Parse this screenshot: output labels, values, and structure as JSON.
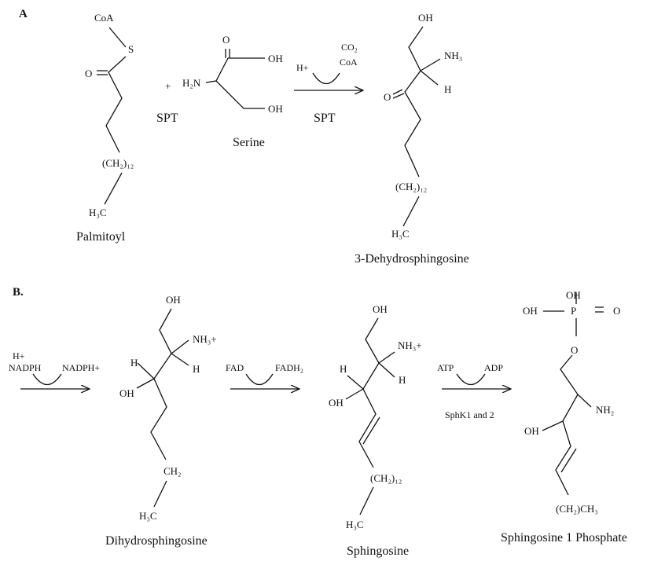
{
  "panel_a": {
    "label": "A",
    "palmitoyl": {
      "coa": "CoA",
      "s": "S",
      "o": "O",
      "ch2": "(CH₂)₁₂",
      "h3c": "H₃C",
      "name": "Palmitoyl"
    },
    "plus": "+",
    "spt_left": "SPT",
    "serine": {
      "o": "O",
      "oh_acid": "OH",
      "h2n": "H₂N",
      "oh": "OH",
      "name": "Serine"
    },
    "reaction": {
      "h_plus": "H+",
      "co2": "CO₂",
      "coa": "CoA",
      "enzyme": "SPT"
    },
    "dehydro": {
      "oh": "OH",
      "nh3": "NH₃",
      "h": "H",
      "o": "O",
      "ch2": "(CH₂)₁₂",
      "h3c": "H₃C",
      "name": "3-Dehydrosphingosine"
    }
  },
  "panel_b": {
    "label": "B.",
    "reaction1": {
      "h_plus": "H+",
      "nadph": "NADPH",
      "nadph_plus": "NADPH+"
    },
    "dihydro": {
      "oh_top": "OH",
      "nh3": "NH₃+",
      "h_left": "H",
      "h_right": "H",
      "oh": "OH",
      "ch2": "CH₂",
      "h3c": "H₃C",
      "name": "Dihydrosphingosine"
    },
    "reaction2": {
      "fad": "FAD",
      "fadh2": "FADH₂"
    },
    "sphingosine": {
      "oh_top": "OH",
      "nh3": "NH₃+",
      "h_left": "H",
      "h_right": "H",
      "oh": "OH",
      "ch2": "(CH₂)₁₂",
      "h3c": "H₃C",
      "name": "Sphingosine"
    },
    "reaction3": {
      "atp": "ATP",
      "adp": "ADP",
      "enzyme": "SphK1 and 2"
    },
    "s1p": {
      "oh_top": "OH",
      "oh_left": "OH",
      "p": "P",
      "o_eq": "O",
      "o_link": "O",
      "nh2": "NH₂",
      "oh": "OH",
      "tail": "(CH₂)CH₃",
      "name": "Sphingosine 1 Phosphate"
    }
  }
}
